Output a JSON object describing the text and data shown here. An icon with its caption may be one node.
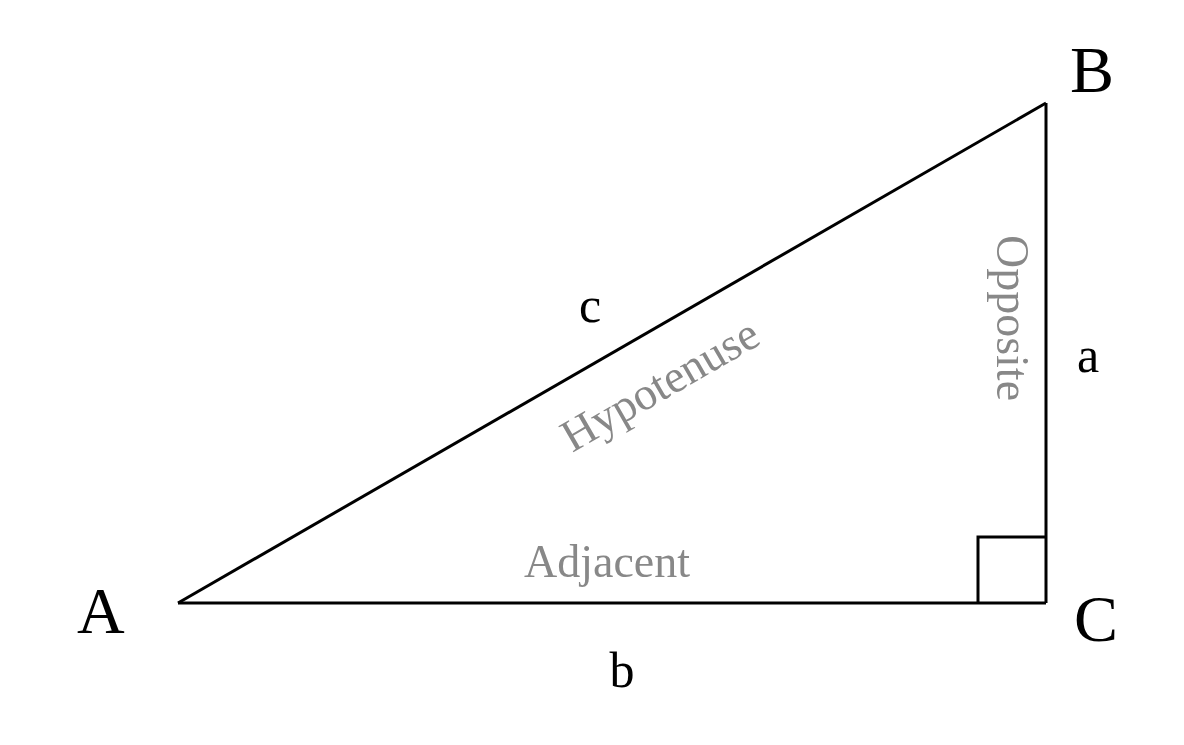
{
  "diagram": {
    "nodes": [
      {
        "text": [
          "A"
        ]
      },
      {
        "text": [
          "B"
        ]
      },
      {
        "text": [
          "C"
        ]
      }
    ],
    "edges": [
      {
        "from": 0,
        "to": 1,
        "arrow": "none",
        "label": "c"
      },
      {
        "from": 1,
        "to": 2,
        "arrow": "none",
        "label": "a"
      },
      {
        "from": 2,
        "to": 0,
        "arrow": "none",
        "label": "b"
      }
    ],
    "labels": [
      "Hypotenuse",
      "Opposite",
      "Adjacent"
    ]
  }
}
